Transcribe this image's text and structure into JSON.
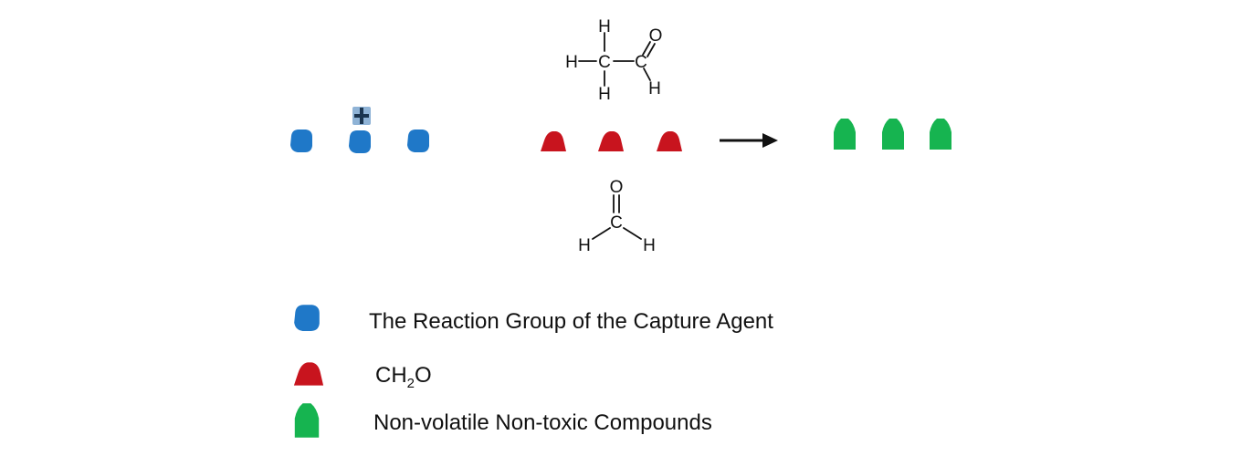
{
  "colors": {
    "capture_agent": "#1f78c8",
    "ch2o": "#c8141e",
    "compound": "#16b450",
    "plus_badge": "#8fb3d6",
    "plus_sign": "#1b3550",
    "ink": "#111111"
  },
  "icons": {
    "plus": "plus-badge-icon",
    "arrow": "reaction-arrow-icon"
  },
  "molecules": {
    "acetaldehyde": {
      "atoms": [
        "H",
        "H",
        "C",
        "C",
        "O",
        "H",
        "H"
      ]
    },
    "formaldehyde": {
      "atoms": [
        "O",
        "C",
        "H",
        "H"
      ]
    }
  },
  "reaction": {
    "reactant_a_count": 3,
    "reactant_b_count": 3,
    "product_count": 3
  },
  "legend": {
    "items": [
      {
        "key": "capture_agent",
        "label": "The Reaction Group of the Capture Agent"
      },
      {
        "key": "ch2o",
        "label_main": "CH",
        "label_sub": "2",
        "label_tail": "O"
      },
      {
        "key": "compound",
        "label": "Non-volatile Non-toxic Compounds"
      }
    ]
  }
}
